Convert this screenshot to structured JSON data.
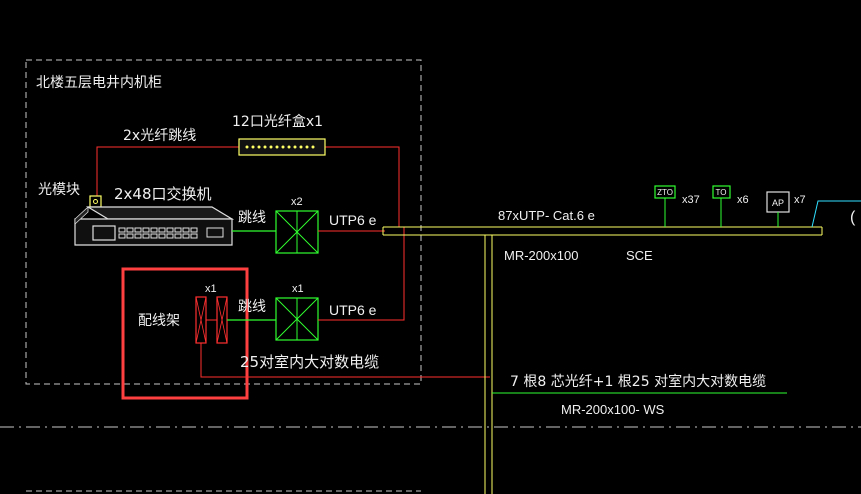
{
  "cabinet": {
    "title": "北楼五层电井内机柜"
  },
  "labels": {
    "fiber_patch": "2x光纤跳线",
    "fiber_box": "12口光纤盒x1",
    "optical_module": "光模块",
    "switch": "2x48口交换机",
    "jumper_1": "跳线",
    "jumper_2": "跳线",
    "x2": "x2",
    "x1_a": "x1",
    "x1_b": "x1",
    "utp_1": "UTP6 e",
    "utp_2": "UTP6 e",
    "patch_panel": "配线架",
    "pair_cable": "25对室内大对数电缆",
    "cable_87": "87xUTP- Cat.6 e",
    "tray_1": "MR-200x100",
    "sce": "SCE",
    "cable_7": "7 根8 芯光纤+1 根25 对室内大对数电缆",
    "tray_2": "MR-200x100- WS"
  },
  "outlets": [
    {
      "tag": "ZTO",
      "count": "x37"
    },
    {
      "tag": "TO",
      "count": "x6"
    },
    {
      "tag": "AP",
      "count": "x7"
    }
  ],
  "edge_glyph": "(",
  "colors": {
    "background": "#000000",
    "dashed": "#c8c8c8",
    "red_line": "#ff3030",
    "green": "#30ff30",
    "yellow": "#ffff66",
    "cyan": "#30e0ff",
    "highlight": "#ff4040",
    "text": "#f0f0f0"
  }
}
